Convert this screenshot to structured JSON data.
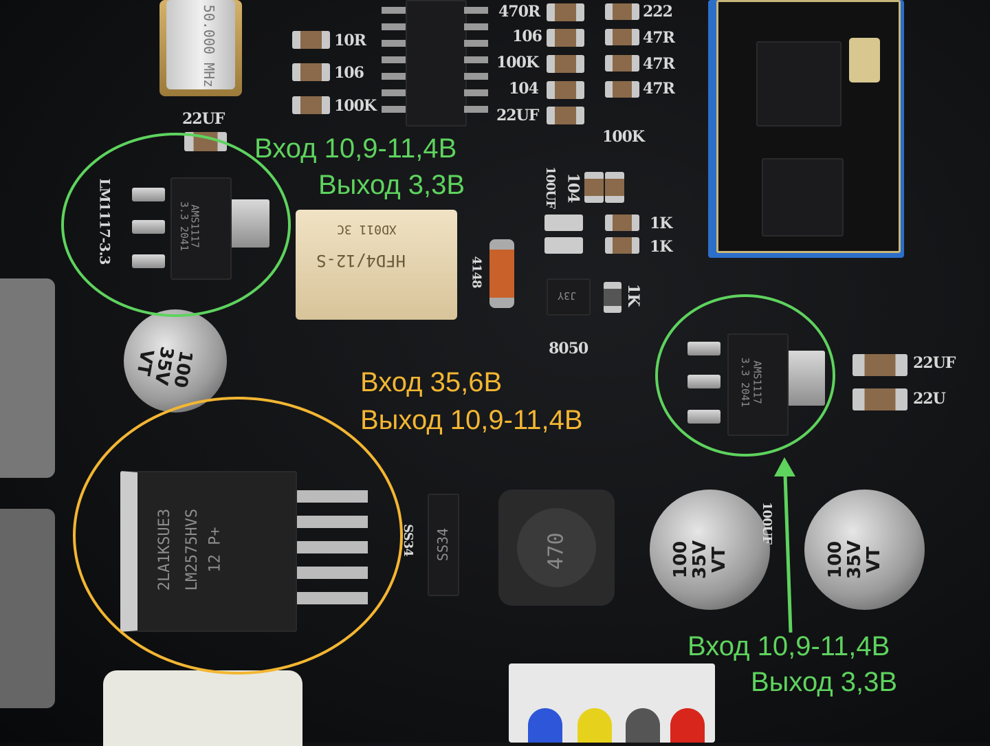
{
  "colors": {
    "annotation_green": "#5ed35e",
    "annotation_yellow": "#f3b632",
    "pcb": "#141517",
    "module_blue": "#2b6fc9"
  },
  "annotations": {
    "top_regulator": {
      "input": "Вход 10,9-11,4В",
      "output": "Выход 3,3В"
    },
    "switching_regulator": {
      "input": "Вход 35,6В",
      "output": "Выход 10,9-11,4В"
    },
    "right_regulator": {
      "input": "Вход 10,9-11,4В",
      "output": "Выход 3,3В"
    }
  },
  "silkscreen": {
    "crystal": "50.000 MHz",
    "r1": "10R",
    "r2": "106",
    "r3": "100K",
    "cap_22uf_left": "22UF",
    "col2": [
      "470R",
      "106",
      "100K",
      "104",
      "22UF"
    ],
    "col3": [
      "222",
      "47R",
      "47R",
      "47R"
    ],
    "r_100k": "100K",
    "r_104": "104",
    "r_100uf": "100UF",
    "r_1k": [
      "1K",
      "1K",
      "1K"
    ],
    "lm1117": "LM1117-3.3",
    "diode": "4148",
    "transistor": "8050",
    "transistor_mark": "J3Y",
    "ss34": "SS34",
    "cap_22uf_right": [
      "22UF",
      "22U"
    ],
    "cap_100uf_right": "100UF"
  },
  "chips": {
    "ams1117_left": [
      "AMS1117",
      "3.3 2041"
    ],
    "ams1117_right": [
      "AMS1117",
      "3.3 2041"
    ],
    "relay": [
      "HFD4/12-S",
      "XD011 3C"
    ],
    "lm2575": [
      "2LA1KSUE3",
      "LM2575HVS",
      "12  P+"
    ],
    "diode_ss34": "SS34",
    "inductor": "470"
  },
  "capacitors": {
    "label": [
      "100",
      "35V",
      "VT"
    ]
  }
}
